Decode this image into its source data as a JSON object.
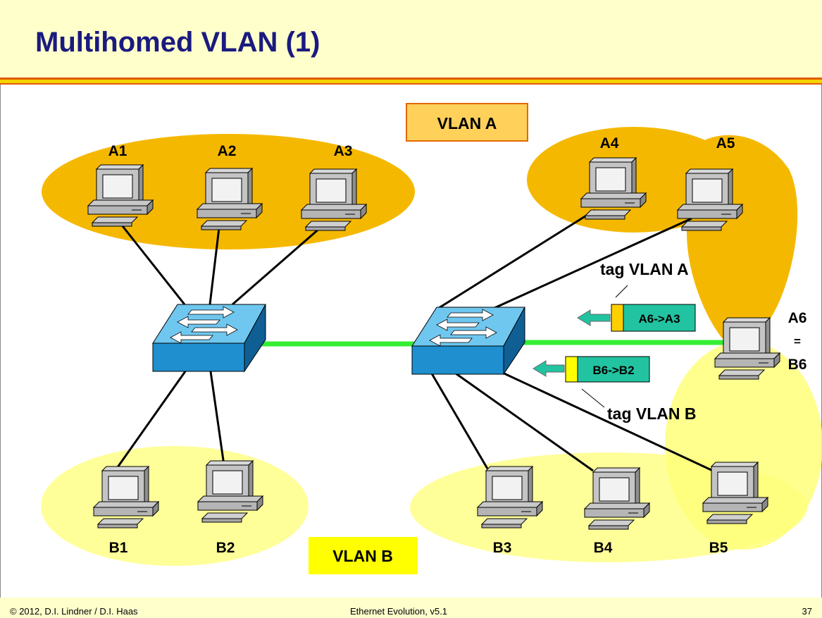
{
  "slide": {
    "title": "Multihomed VLAN (1)"
  },
  "diagram": {
    "vlan_a_label": "VLAN A",
    "vlan_b_label": "VLAN B",
    "hosts": {
      "a1": "A1",
      "a2": "A2",
      "a3": "A3",
      "a4": "A4",
      "a5": "A5",
      "a6": "A6",
      "equals": "=",
      "b6": "B6",
      "b1": "B1",
      "b2": "B2",
      "b3": "B3",
      "b4": "B4",
      "b5": "B5"
    },
    "frames": {
      "a6_to_a3": "A6->A3",
      "b6_to_b2": "B6->B2"
    },
    "tags": {
      "tag_vlan_a": "tag VLAN A",
      "tag_vlan_b": "tag VLAN B"
    },
    "colors": {
      "vlan_a": "#f5b800",
      "vlan_b": "#ffff9a",
      "trunk": "#33ee33",
      "switch": "#1f8fd0",
      "frame_body": "#22c3a0",
      "title": "#1a1a80"
    }
  },
  "footer": {
    "copyright": "© 2012, D.I. Lindner / D.I. Haas",
    "course": "Ethernet Evolution, v5.1",
    "page": "37"
  }
}
